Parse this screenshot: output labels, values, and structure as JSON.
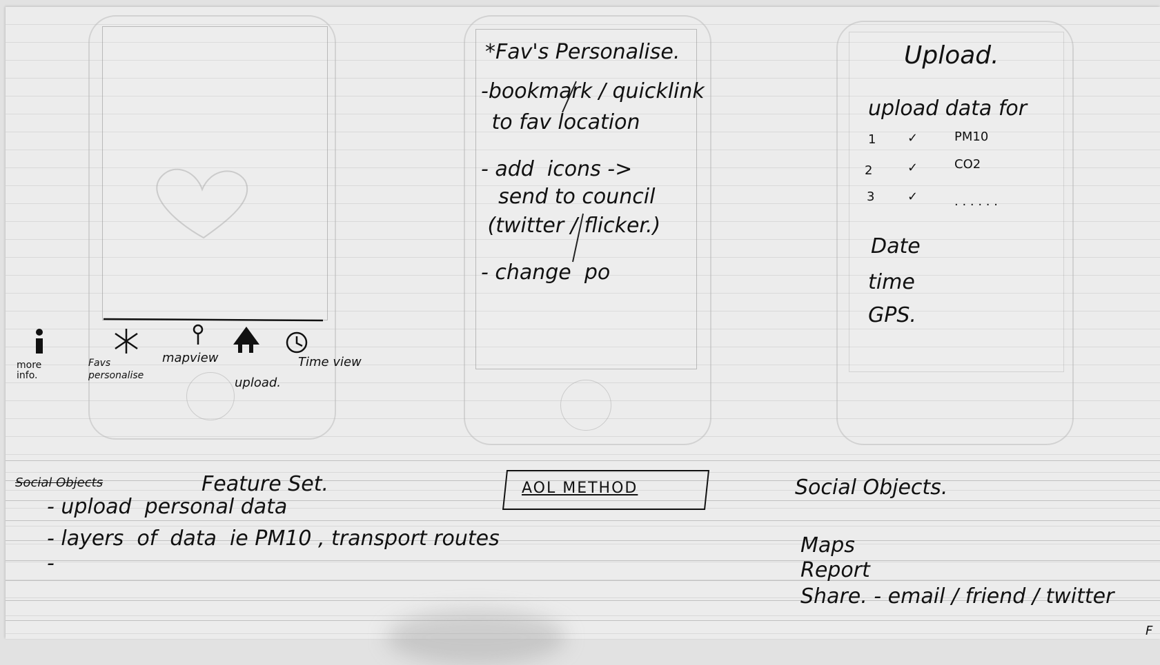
{
  "sketch1": {
    "nav": {
      "more_info": "more\ninfo.",
      "favs": "Favs\npersonalise",
      "mapview": "mapview",
      "upload": "upload.",
      "timeview": "Time view"
    }
  },
  "sketch2": {
    "title": "*Fav's Personalise.",
    "lines": [
      "-bookmark / quicklink",
      " to fav location",
      "- add  icons ->",
      "  send to council",
      " (twitter / flicker.)",
      "- change  po"
    ]
  },
  "sketch3": {
    "title": "Upload.",
    "subtitle": "upload data for",
    "rows": [
      {
        "num": "1",
        "check": "✓",
        "item": "PM10"
      },
      {
        "num": "2",
        "check": "✓",
        "item": "CO2"
      },
      {
        "num": "3",
        "check": "✓",
        "item": ". . . . . ."
      }
    ],
    "fields": [
      "Date",
      "time",
      "GPS."
    ]
  },
  "feature_set": {
    "struck": "Social Objects",
    "title": "Feature Set.",
    "items": [
      "- upload  personal data",
      "- layers  of  data  ie PM10 , transport routes",
      "-"
    ]
  },
  "aol": "AOL METHOD",
  "social_objects": {
    "title": "Social Objects.",
    "items": [
      "Maps",
      "Report",
      "Share. - email / friend / twitter"
    ],
    "trail": "F"
  }
}
